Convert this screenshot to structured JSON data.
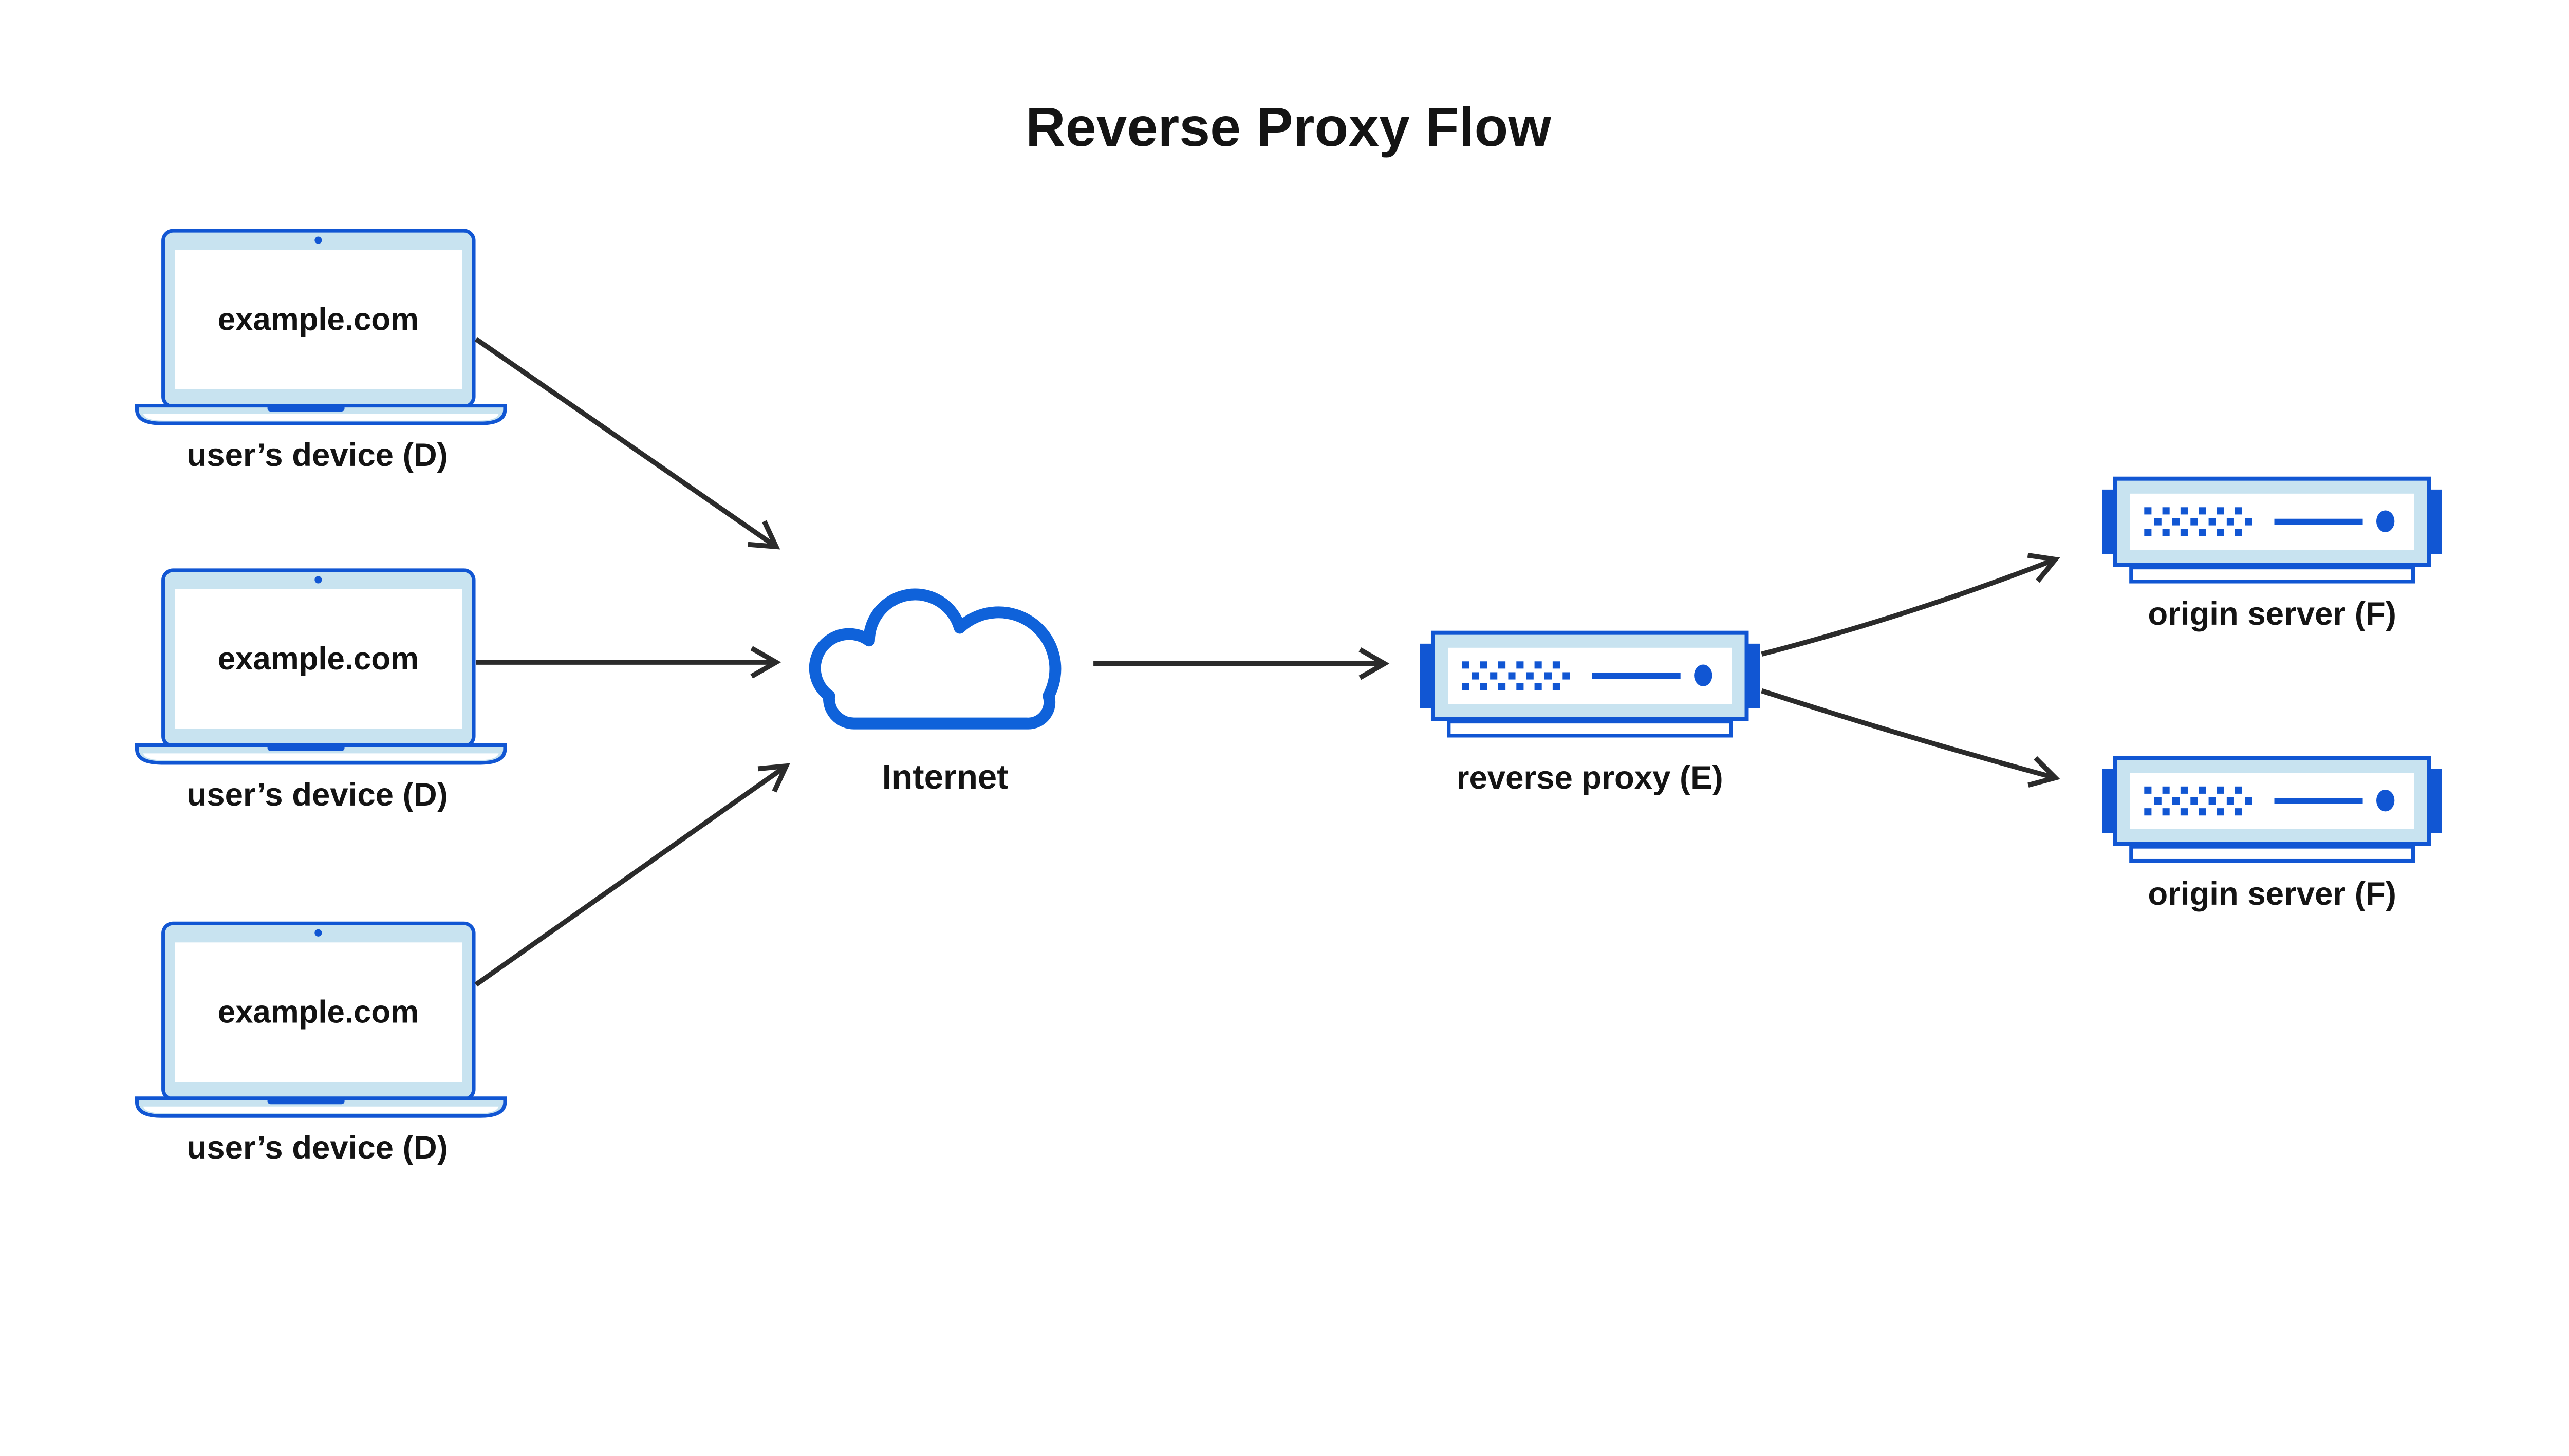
{
  "title": "Reverse Proxy Flow",
  "colors": {
    "blue": "#1156d3",
    "cloud_blue": "#0f62da",
    "light_blue": "#c8e3f0",
    "arrow": "#2b2b2b",
    "text": "#141414",
    "bg": "#ffffff"
  },
  "devices": [
    {
      "screen_text": "example.com",
      "label": "user’s device (D)"
    },
    {
      "screen_text": "example.com",
      "label": "user’s device (D)"
    },
    {
      "screen_text": "example.com",
      "label": "user’s device (D)"
    }
  ],
  "internet": {
    "label": "Internet"
  },
  "proxy": {
    "label": "reverse proxy (E)"
  },
  "origins": [
    {
      "label": "origin server (F)"
    },
    {
      "label": "origin server (F)"
    }
  ],
  "connections": [
    {
      "from": "user-device-1",
      "to": "internet"
    },
    {
      "from": "user-device-2",
      "to": "internet"
    },
    {
      "from": "user-device-3",
      "to": "internet"
    },
    {
      "from": "internet",
      "to": "reverse-proxy"
    },
    {
      "from": "reverse-proxy",
      "to": "origin-server-1"
    },
    {
      "from": "reverse-proxy",
      "to": "origin-server-2"
    }
  ]
}
